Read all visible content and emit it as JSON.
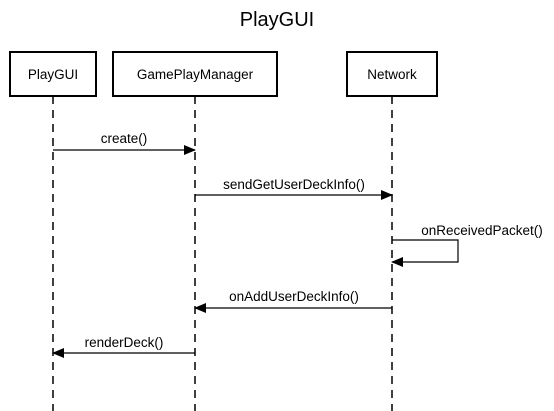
{
  "title": "PlayGUI",
  "participants": [
    {
      "id": "playgui",
      "label": "PlayGUI"
    },
    {
      "id": "gameplaymanager",
      "label": "GamePlayManager"
    },
    {
      "id": "network",
      "label": "Network"
    }
  ],
  "messages": [
    {
      "from": "playgui",
      "to": "gameplaymanager",
      "label": "create()"
    },
    {
      "from": "gameplaymanager",
      "to": "network",
      "label": "sendGetUserDeckInfo()"
    },
    {
      "from": "network",
      "to": "network",
      "label": "onReceivedPacket()"
    },
    {
      "from": "network",
      "to": "gameplaymanager",
      "label": "onAddUserDeckInfo()"
    },
    {
      "from": "gameplaymanager",
      "to": "playgui",
      "label": "renderDeck()"
    }
  ]
}
